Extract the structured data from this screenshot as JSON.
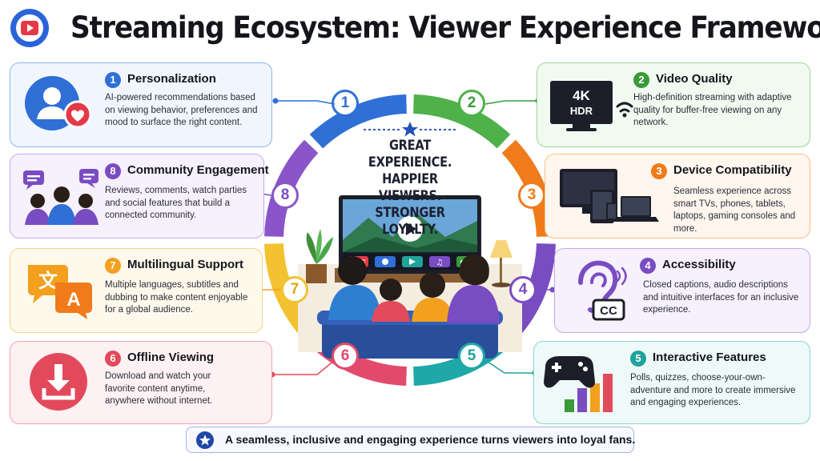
{
  "title": "Streaming Ecosystem: Viewer Experience Framework",
  "center": {
    "lines": [
      "GREAT EXPERIENCE.",
      "HAPPIER VIEWERS.",
      "STRONGER LOYALTY."
    ],
    "tv_icons": [
      "LIVE",
      "◉",
      "▶",
      "♫",
      "🎮"
    ]
  },
  "features": [
    {
      "number": "1",
      "title": "Personalization",
      "description": "AI-powered recommendations based on viewing behavior, preferences and mood to surface the right content.",
      "color": "#2f6fd6",
      "icon": "user-heart-icon"
    },
    {
      "number": "2",
      "title": "Video Quality",
      "description": "High-definition streaming with adaptive quality for buffer-free viewing on any network.",
      "color": "#3a9a3a",
      "icon": "tv-4k-hdr-icon",
      "tv_label_1": "4K",
      "tv_label_2": "HDR"
    },
    {
      "number": "3",
      "title": "Device Compatibility",
      "description": "Seamless experience across smart TVs, phones, tablets, laptops, gaming consoles and more.",
      "color": "#ef7b1a",
      "icon": "devices-icon"
    },
    {
      "number": "4",
      "title": "Accessibility",
      "description": "Closed captions, audio descriptions and intuitive interfaces for an inclusive experience.",
      "color": "#7a4cc2",
      "icon": "ear-cc-icon",
      "cc_label": "CC"
    },
    {
      "number": "5",
      "title": "Interactive Features",
      "description": "Polls, quizzes, choose-your-own-adventure and more to create immersive and engaging experiences.",
      "color": "#1fa39a",
      "icon": "gamepad-chart-icon"
    },
    {
      "number": "6",
      "title": "Offline Viewing",
      "description": "Download and watch your favorite content anytime, anywhere without internet.",
      "color": "#e24a5c",
      "icon": "download-icon"
    },
    {
      "number": "7",
      "title": "Multilingual Support",
      "description": "Multiple languages, subtitles and dubbing to make content enjoyable for a global audience.",
      "color": "#f2a01e",
      "icon": "translate-icon",
      "glyph_1": "文",
      "glyph_2": "A"
    },
    {
      "number": "8",
      "title": "Community Engagement",
      "description": "Reviews, comments, watch parties and social features that build a connected community.",
      "color": "#7a4cc2",
      "icon": "community-icon"
    }
  ],
  "ring_colors": {
    "1": "#2f6fd6",
    "2": "#4fb14a",
    "3": "#ef7b1a",
    "4": "#7a4cc2",
    "5": "#1fa8a8",
    "6": "#e24a6c",
    "7": "#f2c230",
    "8": "#8a55c9"
  },
  "banner": "A seamless, inclusive and engaging experience turns viewers into loyal fans."
}
